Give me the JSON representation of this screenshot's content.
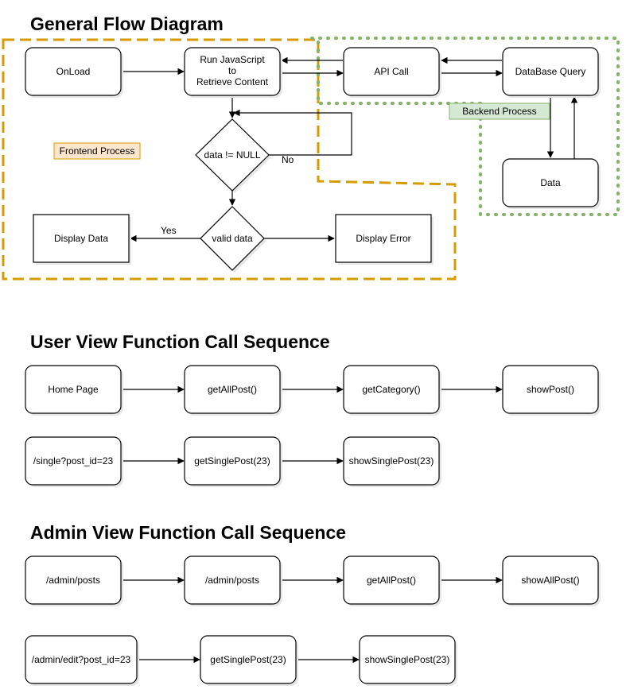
{
  "titles": {
    "general": "General Flow Diagram",
    "user": "User View Function Call Sequence",
    "admin": "Admin View Function Call Sequence"
  },
  "regions": {
    "frontend": "Frontend Process",
    "backend": "Backend  Process"
  },
  "nodes": {
    "onload": "OnLoad",
    "run_js_1": "Run JavaScript",
    "run_js_2": "to",
    "run_js_3": "Retrieve Content",
    "api_call": "API Call",
    "db_query": "DataBase Query",
    "data": "Data",
    "data_not_null": "data != NULL",
    "valid_data": "valid data",
    "display_data": "Display Data",
    "display_error": "Display Error"
  },
  "edge_labels": {
    "no": "No",
    "yes": "Yes"
  },
  "user_seq": {
    "row1": [
      "Home Page",
      "getAllPost()",
      "getCategory()",
      "showPost()"
    ],
    "row2": [
      "/single?post_id=23",
      "getSinglePost(23)",
      "showSinglePost(23)"
    ]
  },
  "admin_seq": {
    "row1": [
      "/admin/posts",
      "/admin/posts",
      "getAllPost()",
      "showAllPost()"
    ],
    "row2": [
      "/admin/edit?post_id=23",
      "getSinglePost(23)",
      "showSinglePost(23)"
    ]
  }
}
